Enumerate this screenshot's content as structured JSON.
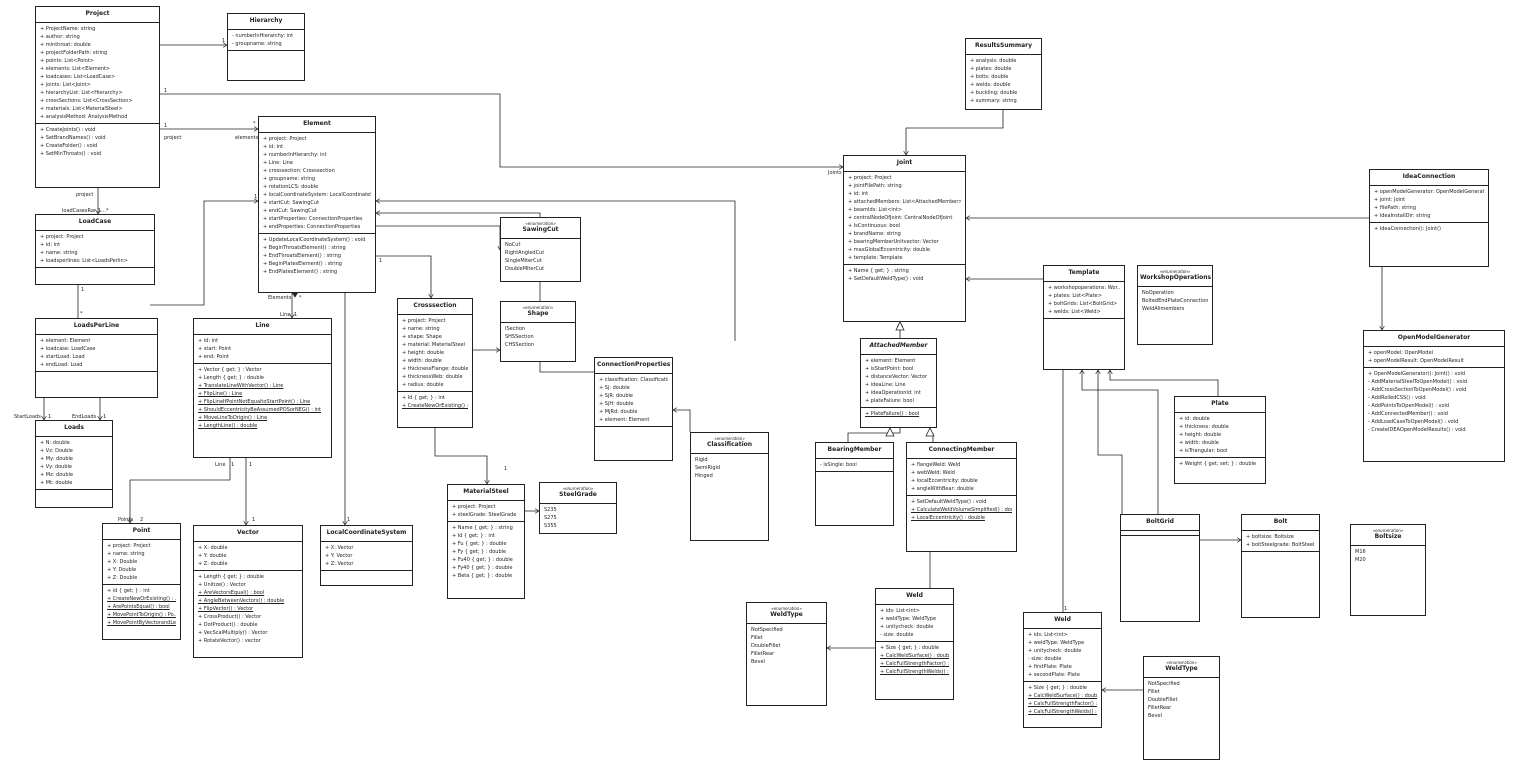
{
  "classes": [
    {
      "id": "project",
      "name": "Project",
      "attributes": [
        "+ ProjectName: string",
        "+ author: string",
        "+ minthroat: double",
        "+ projectFolderPath: string",
        "+ points: List<Point>",
        "+ elements: List<Element>",
        "+ loadcases: List<LoadCase>",
        "+ joints: List<Joint>",
        "+ hierarchyList: List<Hierarchy>",
        "+ crossSections: List<CrossSection>",
        "+ materials: List<MaterialSteel>",
        "+ analysisMethod: AnalysisMethod"
      ],
      "methods": [
        "+ CreateJoints() : void",
        "+ SetBrandNames() : void",
        "+ CreateFolder() : void",
        "+ SetMinThroats() : void"
      ]
    },
    {
      "id": "hierarchy",
      "name": "Hierarchy",
      "attributes": [
        "- numberInHierarchy: int",
        "- groupname: string"
      ],
      "methods": []
    },
    {
      "id": "resultssummary",
      "name": "ResultsSummary",
      "attributes": [
        "+ analysis: double",
        "+ plates: double",
        "+ bolts: double",
        "+ welds: double",
        "+ buckling: double",
        "+ summary: string"
      ]
    },
    {
      "id": "element",
      "name": "Element",
      "attributes": [
        "+ project: Project",
        "+ id: int",
        "+ numberInHierarchy: int",
        "+ Line: Line",
        "+ crosssection: Crosssection",
        "+ groupname: string",
        "+ rotationLCS: double",
        "+ localCoordinateSystem: LocalCoordinateSy...",
        "+ startCut: SawingCut",
        "+ endCut: SawingCut",
        "+ startProperties: ConnectionProperties",
        "+ endProperties: ConnectionProperties"
      ],
      "methods": [
        "+ UpdateLocalCoordinateSystem() : void",
        "+ BeginThroatsElement() : string",
        "+ EndThroatsElement() : string",
        "+ BeginPlatesElement() : string",
        "+ EndPlatesElement() : string"
      ]
    },
    {
      "id": "joint",
      "name": "Joint",
      "attributes": [
        "+ project: Project",
        "+ jointFilePath: string",
        "+ id: int",
        "+ attachedMembers: List<AttachedMember>",
        "+ beamIds: List<int>",
        "+ centralNodeOfJoint: CentralNodeOfJoint",
        "+ IsContinuous: bool",
        "+ brandName: string",
        "+ bearingMemberUnitvector: Vector",
        "+ maxGlobalEccentricity: double",
        "+ template: Template"
      ],
      "methods": [
        "+ Name { get; } : string",
        "+ SetDefaultWeldType() : void"
      ]
    },
    {
      "id": "ideaconnection",
      "name": "IdeaConnection",
      "attributes": [
        "+ openModelGenerator: OpenModelGenerator",
        "+ joint: Joint",
        "+ filePath: string",
        "+ IdeaInstallDir: string"
      ],
      "methods": [
        "+ IdeaConnection(): Joint()"
      ]
    },
    {
      "id": "loadcase",
      "name": "LoadCase",
      "attributes": [
        "+ project: Project",
        "+ id: int",
        "+ name: string",
        "+ loadsperlines: List<LoadsPerlin>"
      ],
      "methods": []
    },
    {
      "id": "sawingcut",
      "stereo": "«enumeration»",
      "name": "SawingCut",
      "attributes": [
        "NoCut",
        "RightAngledCut",
        "SingleMiterCut",
        "DoubleMiterCut"
      ]
    },
    {
      "id": "template",
      "name": "Template",
      "attributes": [
        "+ workshopoperations: Wor...",
        "+ plates: List<Plate>",
        "+ boltGrids: List<BoltGrid>",
        "+ welds: List<Weld>"
      ],
      "methods": []
    },
    {
      "id": "workshop",
      "stereo": "«enumeration»",
      "name": "WorkshopOperations",
      "attributes": [
        "NoOperation",
        "BoltedEndPlateConnection",
        "WeldAllmembers"
      ]
    },
    {
      "id": "loadsperline",
      "name": "LoadsPerLine",
      "attributes": [
        "+ element: Element",
        "+ loadcase: LoadCase",
        "+ startLoad: Load",
        "+ endLoad: Load"
      ],
      "methods": []
    },
    {
      "id": "line",
      "name": "Line",
      "attributes": [
        "+ id: int",
        "+ start: Point",
        "+ end: Point"
      ],
      "methods": [
        "+ Vector { get; } : Vector",
        "+ Length { get; } : double",
        "+ TranslateLineWithVector() : Line",
        "+ FlipLine() : Line",
        "+ FlipLineIfPointNotEqualtoStartPoint() : Line",
        "+ ShouldEccentricityBeAssumedPOSorNEG() : int",
        "+ MoveLineToOrigin() : Line",
        "+ LengthLine() : double"
      ],
      "underlineFrom": 2
    },
    {
      "id": "crosssection",
      "name": "Crosssection",
      "attributes": [
        "+ project: Project",
        "+ name: string",
        "+ shape: Shape",
        "+ material: MaterialSteel",
        "+ height: double",
        "+ width: double",
        "+ thicknessFlange: double",
        "+ thicknessWeb: double",
        "+ radius: double"
      ],
      "methods": [
        "+ Id { get; } : int",
        "+ CreateNewOrExisting() : ..."
      ],
      "underlineFrom": 1
    },
    {
      "id": "shape",
      "stereo": "«enumeration»",
      "name": "Shape",
      "attributes": [
        "ISection",
        "SHSSection",
        "CHSSection"
      ]
    },
    {
      "id": "connprops",
      "name": "ConnectionProperties",
      "attributes": [
        "+ classification: Classification",
        "+ Sj: double",
        "+ SjR: double",
        "+ SjH: double",
        "+ MjRd: double",
        "+ element: Element"
      ],
      "methods": []
    },
    {
      "id": "attachedmember",
      "name": "AttachedMember",
      "italic": true,
      "attributes": [
        "+ element: Element",
        "+ isStartPoint: bool",
        "+ distanceVector: Vector",
        "+ ideaLine: Line",
        "+ ideaOperationId: int",
        "+ plateFailure: bool"
      ],
      "methods": [
        "+ PlateFailure() : bool"
      ],
      "underlineFrom": 0
    },
    {
      "id": "openmodel",
      "name": "OpenModelGenerator",
      "attributes": [
        "+ openModel: OpenModel",
        "+ openModelResult: OpenModelResult"
      ],
      "methods": [
        "+ OpenModelGenerator(): Joint() : void",
        "- AddMaterialSteelToOpenModel() : void",
        "- AddCrossSectionToOpenModel() : void",
        "- AddRolledCSS() : void",
        "- AddPointsToOpenModel() : void",
        "- AddConnectedMember() : void",
        "- AddLoadCaseToOpenModel() : void",
        "- CreateIDEAOpenModelResults() : void"
      ]
    },
    {
      "id": "loads",
      "name": "Loads",
      "attributes": [
        "+ N: double",
        "+ Vz: Double",
        "+ My: double",
        "+ Vy: double",
        "+ Mz: double",
        "+ Mt: double"
      ],
      "methods": []
    },
    {
      "id": "classification",
      "stereo": "«enumeration»",
      "name": "Classification",
      "attributes": [
        "Rigid",
        "SemiRigid",
        "Hinged"
      ]
    },
    {
      "id": "plate",
      "name": "Plate",
      "attributes": [
        "+ id: double",
        "+ thickness: double",
        "+ height: double",
        "+ width: double",
        "+ isTriangular: bool"
      ],
      "methods": [
        "+ Weight { get; set; } : double"
      ]
    },
    {
      "id": "bearingmember",
      "name": "BearingMember",
      "attributes": [
        "- isSingle: bool"
      ],
      "methods": []
    },
    {
      "id": "connectingmember",
      "name": "ConnectingMember",
      "attributes": [
        "+ flangeWeld: Weld",
        "+ webWeld: Weld",
        "+ localEccentricity: double",
        "+ angleWithBear: double"
      ],
      "methods": [
        "+ SetDefaultWeldType() : void",
        "+ CalculateWeldVolumeSimplified() : double",
        "+ LocalEccentricity() : double"
      ],
      "underlineFrom": 1
    },
    {
      "id": "materialsteel",
      "name": "MaterialSteel",
      "attributes": [
        "+ project: Project",
        "+ steelGrade: SteelGrade"
      ],
      "methods": [
        "+ Name { get; } : string",
        "+ Id { get; } : int",
        "+ Fu { get; } : double",
        "+ Fy { get; } : double",
        "+ Fu40 { get; } : double",
        "+ Fy40 { get; } : double",
        "+ Beta { get; } : double"
      ]
    },
    {
      "id": "steelgrade",
      "stereo": "«enumeration»",
      "name": "SteelGrade",
      "attributes": [
        "S235",
        "S275",
        "S355"
      ]
    },
    {
      "id": "point",
      "name": "Point",
      "attributes": [
        "+ project: Project",
        "+ name: string",
        "+ X: Double",
        "+ Y: Double",
        "+ Z: Double"
      ],
      "methods": [
        "+ id { get; } : int",
        "+ CreateNewOrExisting() : ...",
        "+ ArePointsEqual() : bool",
        "+ MovePointToOrigin() : Po...",
        "+ MovePointByVectorandLe..."
      ],
      "underlineFrom": 1
    },
    {
      "id": "vector",
      "name": "Vector",
      "attributes": [
        "+ X: double",
        "+ Y: double",
        "+ Z: double"
      ],
      "methods": [
        "+ Length { get; } : double",
        "+ Unitize() : Vector",
        "+ AreVectorsEqual() : bool",
        "+ AngleBetweenVectors() : double",
        "+ FlipVector() : Vector",
        "+ CrossProduct() : Vector",
        "+ DotProduct() : double",
        "+ VecScalMultiply() : Vector",
        "+ RotateVector() : vector"
      ],
      "underline": [
        2,
        3,
        4
      ]
    },
    {
      "id": "lcs",
      "name": "LocalCoordinateSystem",
      "attributes": [
        "+ X: Vector",
        "+ Y: Vector",
        "+ Z: Vector"
      ],
      "methods": []
    },
    {
      "id": "boltgrid",
      "name": "BoltGrid",
      "attributes": [],
      "methods": []
    },
    {
      "id": "bolt",
      "name": "Bolt",
      "attributes": [
        "+ boltsize: Boltsize",
        "+ boltSteelgrade: BoltSteel..."
      ],
      "methods": []
    },
    {
      "id": "boltsize",
      "stereo": "«enumeration»",
      "name": "Boltsize",
      "attributes": [
        "M16",
        "M20"
      ]
    },
    {
      "id": "weld1",
      "name": "Weld",
      "attributes": [
        "+ ids: List<int>",
        "+ weldType: WeldType",
        "+ unitycheck: double",
        "- size: double"
      ],
      "methods": [
        "+ Size { get; } : double",
        "+ CalcWeldSurface() : double",
        "+ CalcFullStrengthFactor() : ...",
        "+ CalcFullStrengthWelds() : ..."
      ],
      "underlineFrom": 1
    },
    {
      "id": "weldtype1",
      "stereo": "«enumeration»",
      "name": "WeldType",
      "attributes": [
        "NotSpecified",
        "Fillet",
        "DoubleFillet",
        "FilletRear",
        "Bevel"
      ]
    },
    {
      "id": "weld2",
      "name": "Weld",
      "attributes": [
        "+ ids: List<int>",
        "+ weldType: WeldType",
        "+ unitycheck: double",
        "- size: double",
        "+ firstPlate: Plate",
        "+ secondPlate: Plate"
      ],
      "methods": [
        "+ Size { get; } : double",
        "+ CalcWeldSurface() : double",
        "+ CalcFullStrengthFactor() : ...",
        "+ CalcFullStrengthWelds() : ..."
      ],
      "underlineFrom": 1
    },
    {
      "id": "weldtype2",
      "stereo": "«enumeration»",
      "name": "WeldType",
      "attributes": [
        "NotSpecified",
        "Fillet",
        "DoubleFillet",
        "FilletRear",
        "Bevel"
      ]
    }
  ],
  "labels": {
    "l_1a": "1",
    "l_1b": "1",
    "l_1c": "1",
    "l_project1": "project",
    "l_elements": "elements",
    "l_star1": "*",
    "l_joints": "Joints",
    "l_project2": "project",
    "l_lcr": "loadCasesRar",
    "l_1star": "1...*",
    "l_1d": "1",
    "l_1e": "1",
    "l_elements2": "Elements",
    "l_star2": "*",
    "l_line": "Line",
    "l_1f": "1",
    "l_1g": "1",
    "l_star3": "*",
    "l_startloads": "StartLoads",
    "l_1h": "1",
    "l_endloads": "EndLoads",
    "l_1i": "1",
    "l_lineb": "Line",
    "l_1j": "1",
    "l_1k": "1",
    "l_points": "Points",
    "l_2": "2",
    "l_1l": "1",
    "l_1m": "1",
    "l_1n": "1",
    "l_1o": "1"
  }
}
